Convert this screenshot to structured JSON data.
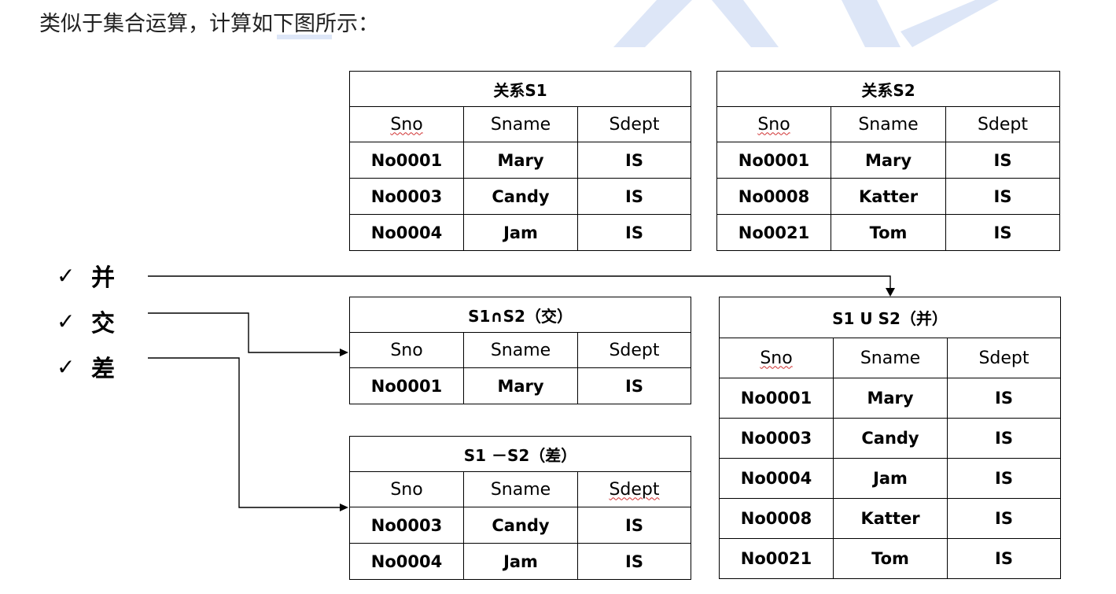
{
  "heading": "类似于集合运算，计算如下图所示：",
  "operations": [
    {
      "check": "✓",
      "label": "并"
    },
    {
      "check": "✓",
      "label": "交"
    },
    {
      "check": "✓",
      "label": "差"
    }
  ],
  "tables": {
    "s1": {
      "title": "关系S1",
      "headers": [
        "Sno",
        "Sname",
        "Sdept"
      ],
      "rows": [
        [
          "No0001",
          "Mary",
          "IS"
        ],
        [
          "No0003",
          "Candy",
          "IS"
        ],
        [
          "No0004",
          "Jam",
          "IS"
        ]
      ]
    },
    "s2": {
      "title": "关系S2",
      "headers": [
        "Sno",
        "Sname",
        "Sdept"
      ],
      "rows": [
        [
          "No0001",
          "Mary",
          "IS"
        ],
        [
          "No0008",
          "Katter",
          "IS"
        ],
        [
          "No0021",
          "Tom",
          "IS"
        ]
      ]
    },
    "intersect": {
      "title": "S1∩S2（交）",
      "headers": [
        "Sno",
        "Sname",
        "Sdept"
      ],
      "rows": [
        [
          "No0001",
          "Mary",
          "IS"
        ]
      ]
    },
    "difference": {
      "title": "S1 －S2（差）",
      "headers": [
        "Sno",
        "Sname",
        "Sdept"
      ],
      "rows": [
        [
          "No0003",
          "Candy",
          "IS"
        ],
        [
          "No0004",
          "Jam",
          "IS"
        ]
      ]
    },
    "union": {
      "title": "S1 U S2（并）",
      "headers": [
        "Sno",
        "Sname",
        "Sdept"
      ],
      "rows": [
        [
          "No0001",
          "Mary",
          "IS"
        ],
        [
          "No0003",
          "Candy",
          "IS"
        ],
        [
          "No0004",
          "Jam",
          "IS"
        ],
        [
          "No0008",
          "Katter",
          "IS"
        ],
        [
          "No0021",
          "Tom",
          "IS"
        ]
      ]
    }
  },
  "colors": {
    "watermark": "#dde6f7",
    "spellcheck_underline": "#d03030"
  }
}
